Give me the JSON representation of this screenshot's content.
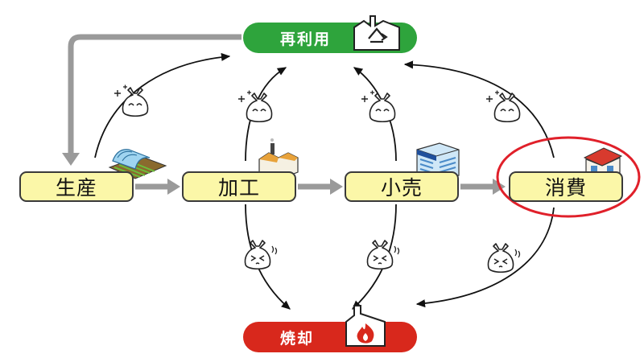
{
  "diagram": {
    "top_label": "再利用",
    "bottom_label": "焼却",
    "stages": [
      "生産",
      "加工",
      "小売",
      "消費"
    ],
    "colors": {
      "reuse": "#2ea43c",
      "incinerate": "#d8281c",
      "stage_fill": "#fbf7a8",
      "flow_arrow": "#9a9a9a",
      "highlight": "#e0202a"
    },
    "icons": {
      "reuse": "recycle-factory-icon",
      "incinerate": "flame-incinerator-icon",
      "happy_bag": "happy-garbage-bag-icon",
      "sad_bag": "sad-garbage-bag-icon"
    },
    "highlighted_stage": "消費"
  }
}
